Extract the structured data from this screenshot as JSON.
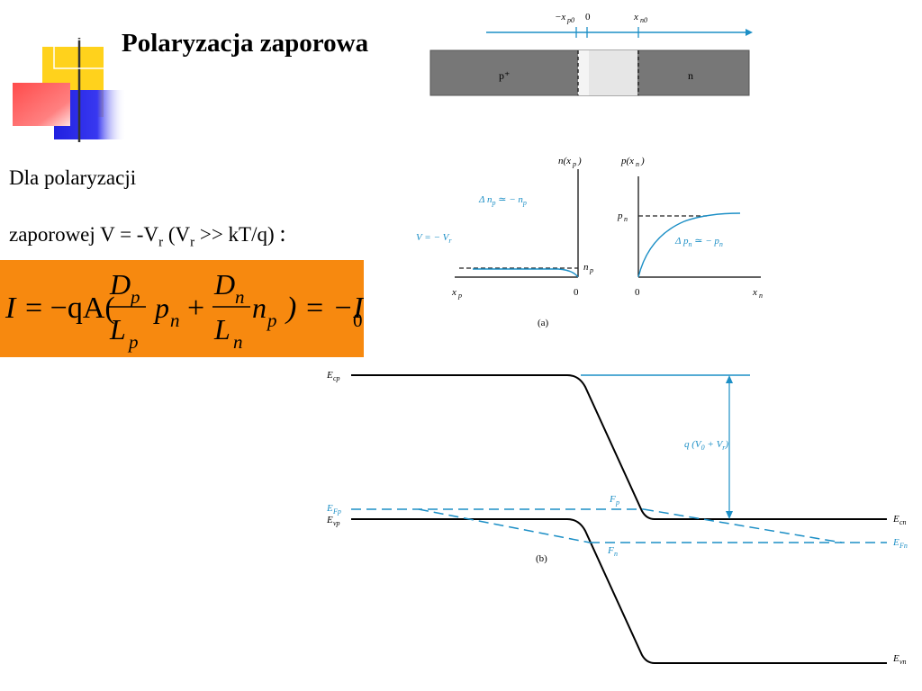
{
  "slide": {
    "title": "Polaryzacja zaporowa",
    "text_line1": "Dla polaryzacji",
    "text_line2": {
      "prefix": "zaporowej V = -V",
      "sub1": "r",
      "mid": " (V",
      "sub2": "r",
      "suffix": " >> kT/q)",
      "colon": ":"
    }
  },
  "formula": {
    "lhs": "I",
    "eq1": "= −qA(",
    "num1": "D",
    "num1_sub": "p",
    "den1": "L",
    "den1_sub": "p",
    "term1": "p",
    "term1_sub": "n",
    "plus": "+",
    "num2": "D",
    "num2_sub": "n",
    "den2": "L",
    "den2_sub": "n",
    "term2": "n",
    "term2_sub": "p",
    "close": ") = −I",
    "close_sub": "0",
    "bg_color": "#f7890f"
  },
  "junction_diagram": {
    "axis_labels": [
      "−x",
      "p0",
      "0",
      "x",
      "n0"
    ],
    "region_p": "p⁺",
    "region_n": "n",
    "bar_color": "#777777",
    "axis_color": "#1c8fc6"
  },
  "carrier_plot": {
    "left_axis_label": "n(x",
    "left_axis_label_sub": "p",
    "left_axis_label_close": ")",
    "right_axis_label": "p(x",
    "right_axis_label_sub": "n",
    "right_axis_label_close": ")",
    "delta_np": "Δ n",
    "delta_np_sub": "p",
    "delta_np_rest": " ≃ − n",
    "delta_np_rest_sub": "p",
    "v_label": "V = − V",
    "v_label_sub": "r",
    "np_label": "n",
    "np_label_sub": "p",
    "pn_label": "p",
    "pn_label_sub": "n",
    "delta_pn": "Δ p",
    "delta_pn_sub": "n",
    "delta_pn_rest": " ≃ − p",
    "delta_pn_rest_sub": "n",
    "xp_label": "x",
    "xp_label_sub": "p",
    "zero_left": "0",
    "zero_right": "0",
    "xn_label": "x",
    "xn_label_sub": "n",
    "caption": "(a)",
    "curve_color": "#1c8fc6"
  },
  "band_diagram": {
    "Ecp": "E",
    "Ecp_sub": "cp",
    "Efp": "E",
    "Efp_sub": "Fp",
    "Evp": "E",
    "Evp_sub": "vp",
    "Ecn": "E",
    "Ecn_sub": "cn",
    "Efn": "E",
    "Efn_sub": "Fn",
    "Evn": "E",
    "Evn_sub": "vn",
    "Fp": "F",
    "Fp_sub": "p",
    "Fn": "F",
    "Fn_sub": "n",
    "barrier_label": "q (V",
    "barrier_label_sub": "0",
    "barrier_label_mid": " + V",
    "barrier_label_sub2": "r",
    "barrier_label_close": ")",
    "caption": "(b)",
    "band_color": "#000000",
    "quasi_fermi_color": "#1c8fc6"
  }
}
